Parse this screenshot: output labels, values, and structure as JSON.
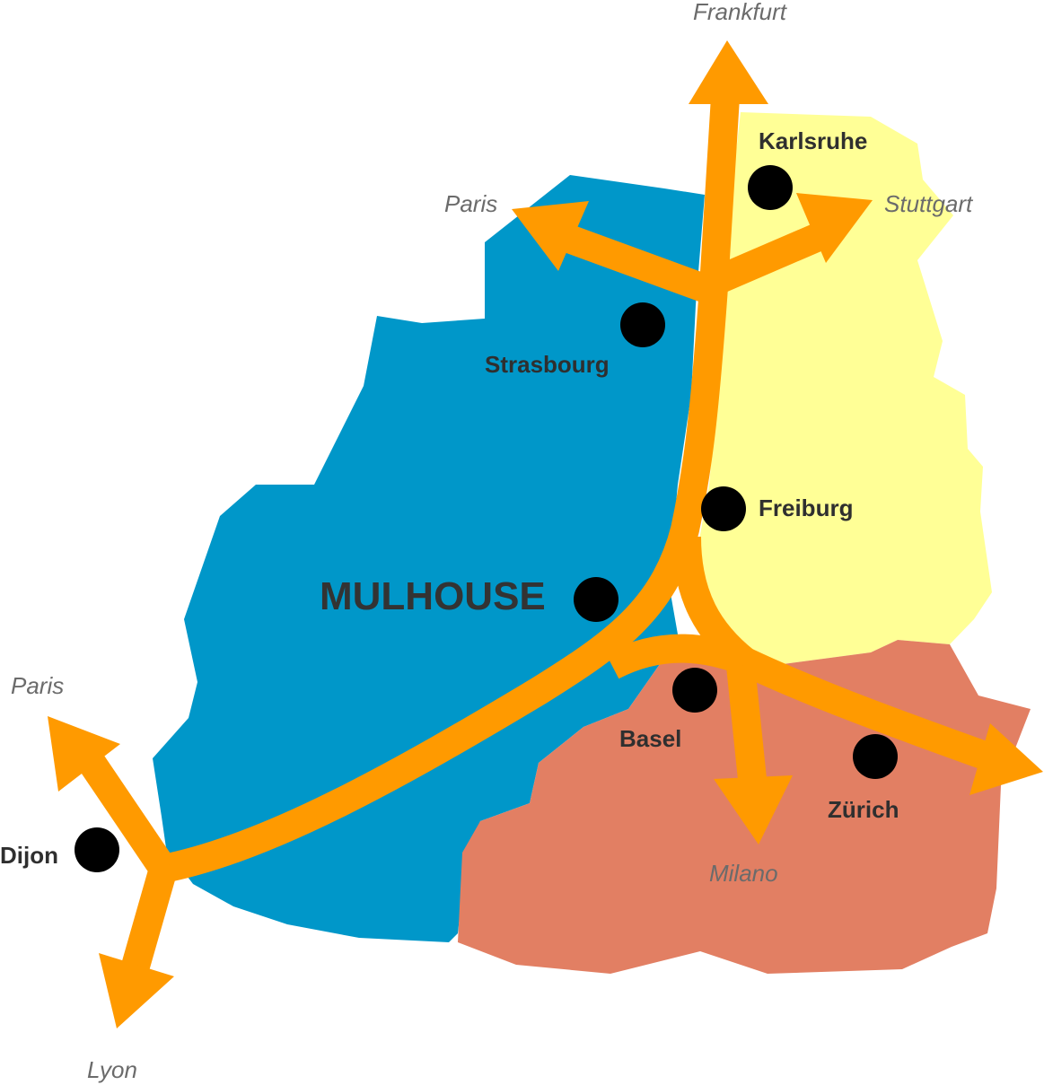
{
  "colors": {
    "france_region": "#0097c9",
    "germany_region": "#ffff96",
    "switzerland_region": "#e27f63",
    "route": "#ff9a00",
    "city_dot": "#000000",
    "city_label": "#2f2f2f",
    "destination_label": "#6b6b6b"
  },
  "main_city": {
    "name": "MULHOUSE"
  },
  "cities": {
    "karlsruhe": "Karlsruhe",
    "strasbourg": "Strasbourg",
    "freiburg": "Freiburg",
    "basel": "Basel",
    "zurich": "Zürich",
    "dijon": "Dijon"
  },
  "destinations": {
    "frankfurt": "Frankfurt",
    "paris_north": "Paris",
    "stuttgart": "Stuttgart",
    "paris_west": "Paris",
    "lyon": "Lyon",
    "milano": "Milano"
  }
}
